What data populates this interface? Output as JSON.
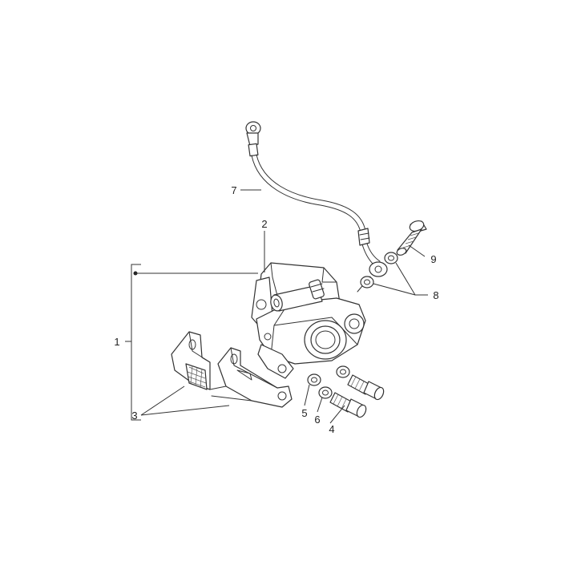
{
  "callouts": [
    {
      "id": "1",
      "label": "1"
    },
    {
      "id": "2",
      "label": "2"
    },
    {
      "id": "3",
      "label": "3"
    },
    {
      "id": "4",
      "label": "4"
    },
    {
      "id": "5",
      "label": "5"
    },
    {
      "id": "6",
      "label": "6"
    },
    {
      "id": "7",
      "label": "7"
    },
    {
      "id": "8",
      "label": "8"
    },
    {
      "id": "9",
      "label": "9"
    }
  ],
  "colors": {
    "line": "#333333",
    "background": "#ffffff"
  }
}
